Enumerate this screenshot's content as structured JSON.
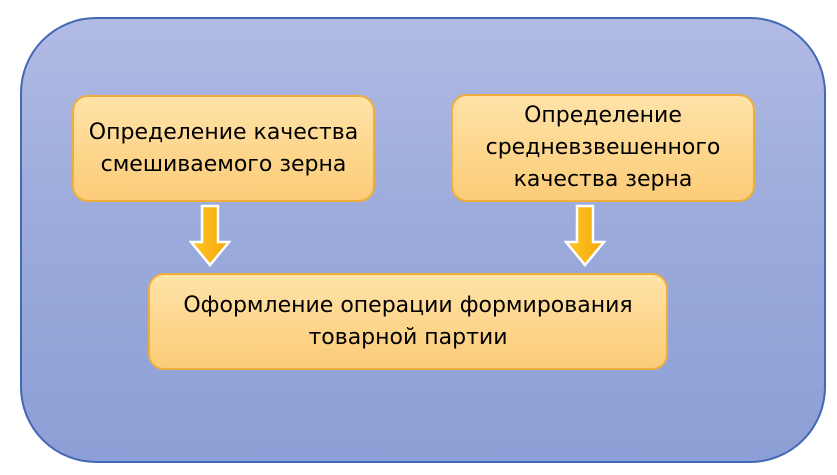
{
  "diagram": {
    "type": "flowchart",
    "background_color": "#ffffff",
    "panel": {
      "fill_top": "#b1bbe4",
      "fill_bottom": "#8c9fd6",
      "border_color": "#4468b4"
    },
    "node_style": {
      "fill_top": "#ffe3a8",
      "fill_bottom": "#fbcc78",
      "border_color": "#efae3c",
      "text_color": "#000000"
    },
    "nodes": [
      {
        "id": "mixed-grain-quality",
        "lines": [
          "Определение качества",
          "смешиваемого зерна"
        ],
        "text": "Определение качества смешиваемого зерна"
      },
      {
        "id": "weighted-average-quality",
        "lines": [
          "Определение",
          "средневзвешенного",
          "качества зерна"
        ],
        "text": "Определение средневзвешенного качества зерна"
      },
      {
        "id": "batch-formation",
        "lines": [
          "Оформление операции формирования",
          "товарной партии"
        ],
        "text": "Оформление операции формирования товарной партии"
      }
    ],
    "arrows": [
      {
        "icon": "down-arrow-icon",
        "from": "mixed-grain-quality",
        "to": "batch-formation",
        "fill": "#fcb514",
        "outline": "#ffffff"
      },
      {
        "icon": "down-arrow-icon",
        "from": "weighted-average-quality",
        "to": "batch-formation",
        "fill": "#fcb514",
        "outline": "#ffffff"
      }
    ]
  }
}
